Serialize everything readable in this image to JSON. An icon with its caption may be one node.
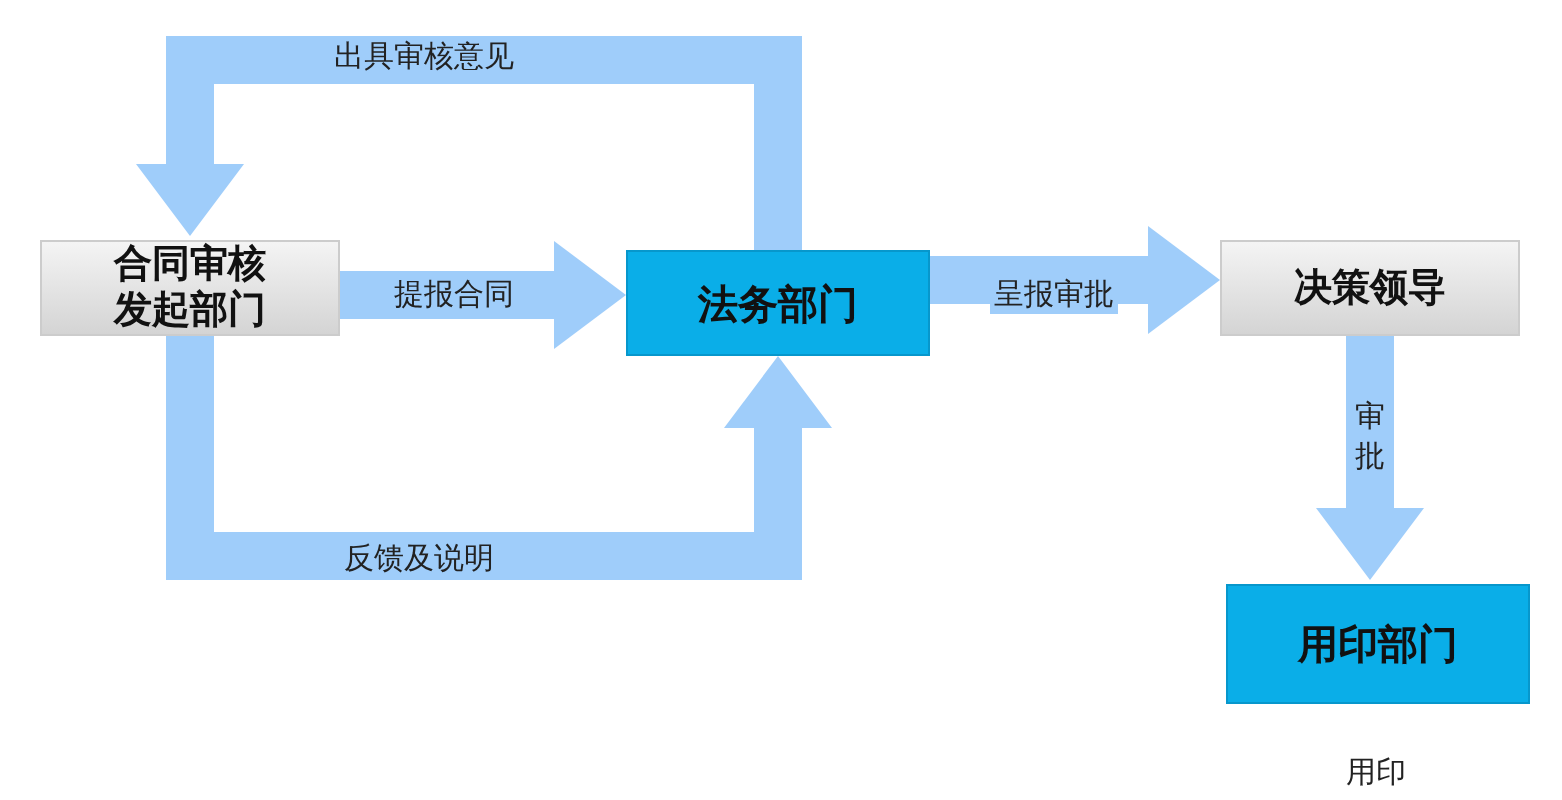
{
  "diagram": {
    "nodes": [
      {
        "text": [
          "合同审核发起部门"
        ]
      },
      {
        "text": [
          "法务部门"
        ]
      },
      {
        "text": [
          "决策领导"
        ]
      },
      {
        "text": [
          "用印部门"
        ],
        "beside": [
          "用印"
        ]
      }
    ],
    "edges": [
      {
        "from": 0,
        "to": 1,
        "arrow": "to",
        "label": "提报合同"
      },
      {
        "from": 1,
        "to": 0,
        "arrow": "to",
        "label": "出具审核意见"
      },
      {
        "from": 0,
        "to": 1,
        "arrow": "to",
        "label": "反馈及说明"
      },
      {
        "from": 1,
        "to": 2,
        "arrow": "to",
        "label": "呈报审批"
      },
      {
        "from": 2,
        "to": 3,
        "arrow": "to",
        "label": "审批"
      }
    ]
  }
}
